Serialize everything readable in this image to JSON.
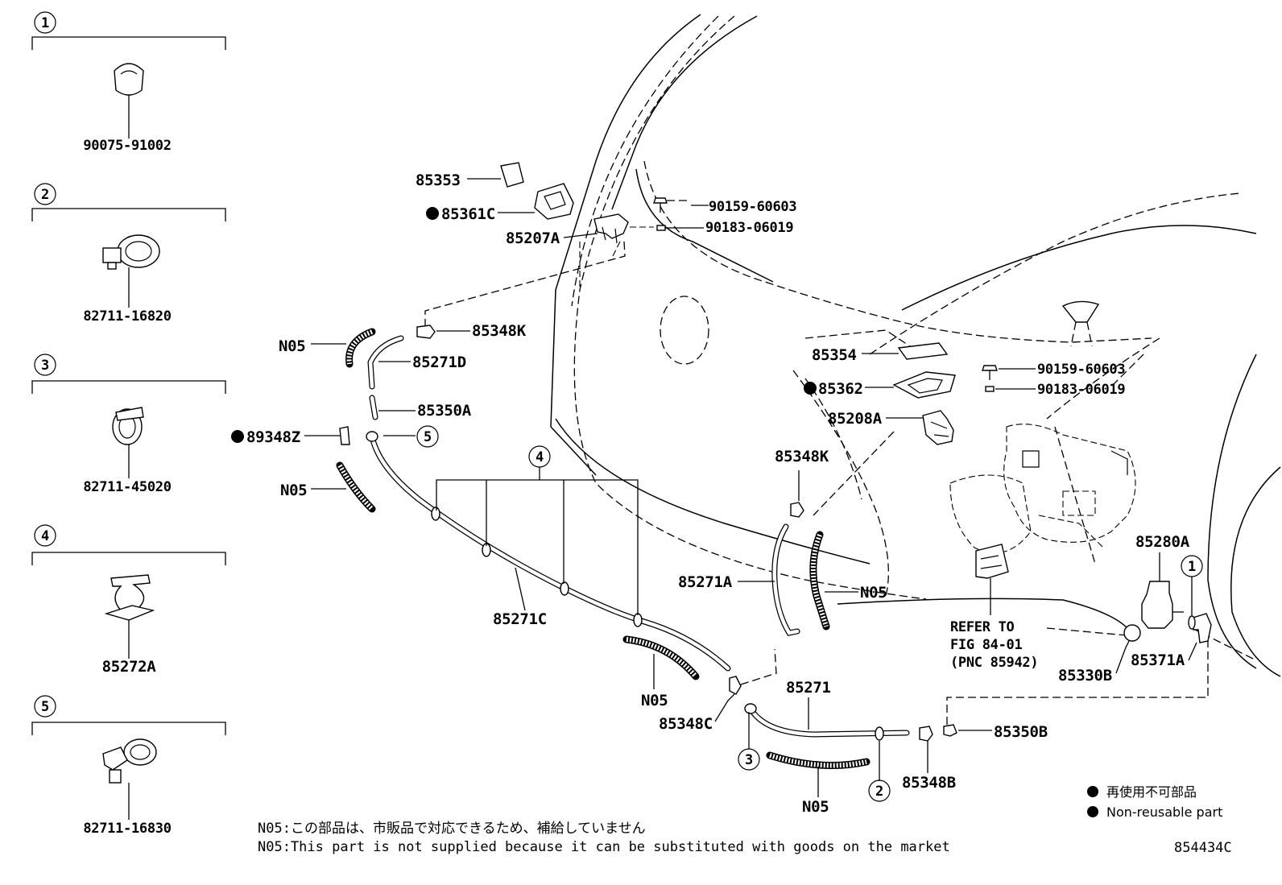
{
  "inset_panels": [
    {
      "number": "1",
      "part_number": "90075-91002"
    },
    {
      "number": "2",
      "part_number": "82711-16820"
    },
    {
      "number": "3",
      "part_number": "82711-45020"
    },
    {
      "number": "4",
      "part_number": "85272A"
    },
    {
      "number": "5",
      "part_number": "82711-16830"
    }
  ],
  "callouts": {
    "p85353": "85353",
    "p85361C": "85361C",
    "p85207A": "85207A",
    "p90159a": "90159-60603",
    "p90183a": "90183-06019",
    "p85348K_top": "85348K",
    "p85271D": "85271D",
    "n05_1": "N05",
    "p85350A": "85350A",
    "p89348Z": "89348Z",
    "n05_2": "N05",
    "p85271C": "85271C",
    "n05_3": "N05",
    "p85348C": "85348C",
    "p85271": "85271",
    "n05_4": "N05",
    "p85348B": "85348B",
    "p85350B": "85350B",
    "p85354": "85354",
    "p85362": "85362",
    "p90159b": "90159-60603",
    "p90183b": "90183-06019",
    "p85208A": "85208A",
    "p85348K_mid": "85348K",
    "p85271A": "85271A",
    "n05_5": "N05",
    "p85280A": "85280A",
    "p85330B": "85330B",
    "p85371A": "85371A"
  },
  "circle_refs": {
    "c5": "5",
    "c4": "4",
    "c3": "3",
    "c2": "2",
    "c1": "1"
  },
  "refer": {
    "line1": "REFER TO",
    "line2": "FIG 84-01",
    "line3": "(PNC 85942)"
  },
  "legend": {
    "jp": "再使用不可部品",
    "en": "Non-reusable part"
  },
  "notes": {
    "jp": "N05:この部品は、市販品で対応できるため、補給していません",
    "en": "N05:This part is not supplied because it can be substituted with goods on the market"
  },
  "figure_code": "854434C"
}
